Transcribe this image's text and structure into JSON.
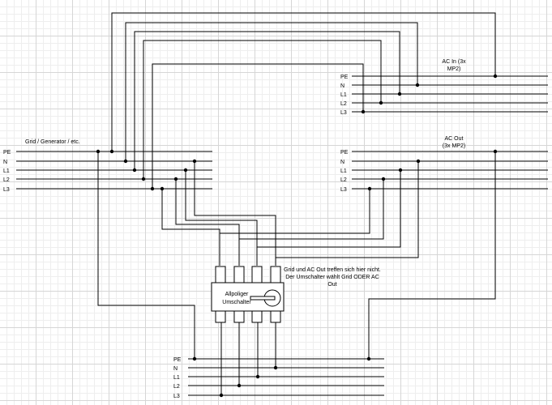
{
  "grid_block": {
    "title": "Grid / Generator / etc.",
    "lines": [
      "PE",
      "N",
      "L1",
      "L2",
      "L3"
    ]
  },
  "acin_block": {
    "title_line1": "AC In (3x",
    "title_line2": "MP2)",
    "lines": [
      "PE",
      "N",
      "L1",
      "L2",
      "L3"
    ]
  },
  "acout_block": {
    "title_line1": "AC Out",
    "title_line2": "(3x MP2)",
    "lines": [
      "PE",
      "N",
      "L1",
      "L2",
      "L3"
    ]
  },
  "bottom_block": {
    "lines": [
      "PE",
      "N",
      "L1",
      "L2",
      "L3"
    ]
  },
  "switch": {
    "label_line1": "Allpoliger",
    "label_line2": "Umschalter"
  },
  "note": {
    "line1": "Grid und AC Out treffen sich hier nicht.",
    "line2": "Der Umschalter wählt Grid ODER AC",
    "line3": "Out"
  }
}
